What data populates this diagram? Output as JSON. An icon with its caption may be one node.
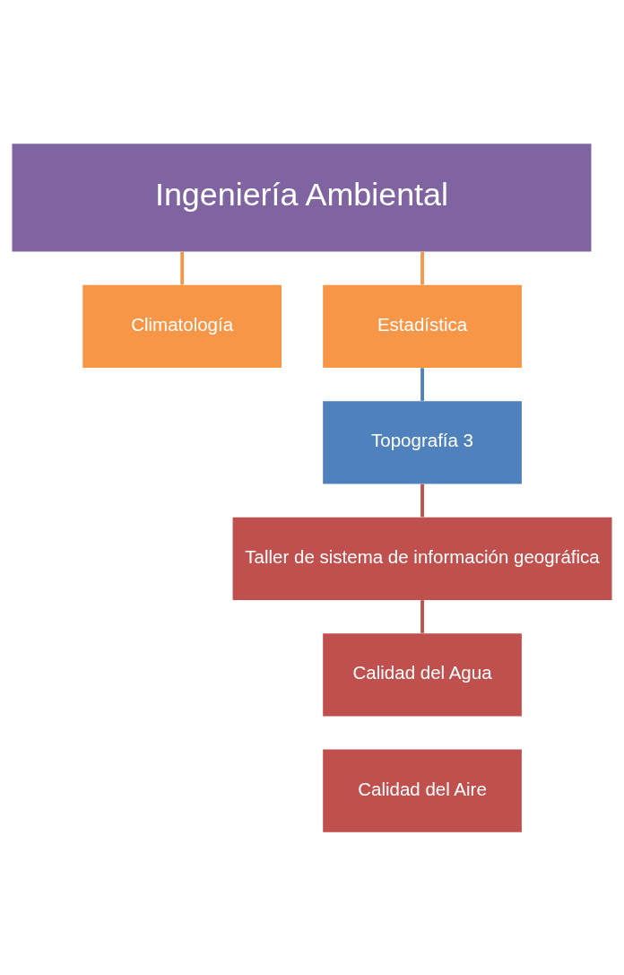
{
  "diagram": {
    "nodes": [
      {
        "text": [
          "Ingeniería Ambiental"
        ]
      },
      {
        "text": [
          "Climatología"
        ]
      },
      {
        "text": [
          "Estadística"
        ]
      },
      {
        "text": [
          "Topografía 3"
        ]
      },
      {
        "text": [
          "Taller de sistema de información geográfica"
        ]
      },
      {
        "text": [
          "Calidad del Agua"
        ]
      },
      {
        "text": [
          "Calidad del Aire"
        ]
      }
    ],
    "edges": [
      {
        "from": 0,
        "to": 1,
        "arrow": "none",
        "color": "#f79646"
      },
      {
        "from": 0,
        "to": 2,
        "arrow": "none",
        "color": "#f79646"
      },
      {
        "from": 2,
        "to": 3,
        "arrow": "none",
        "color": "#4f81bd"
      },
      {
        "from": 3,
        "to": 4,
        "arrow": "none",
        "color": "#c0504d"
      },
      {
        "from": 4,
        "to": 5,
        "arrow": "none",
        "color": "#c0504d"
      }
    ]
  }
}
